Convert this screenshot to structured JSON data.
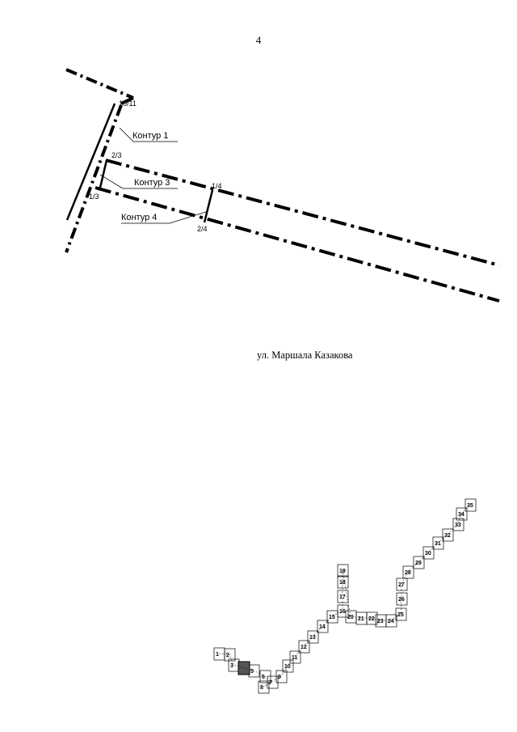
{
  "page_number": "4",
  "street_label": "ул. Маршала Казакова",
  "contours": [
    {
      "label": "Контур  1"
    },
    {
      "label": "Контур  3"
    },
    {
      "label": "Контур  4"
    }
  ],
  "point_labels": [
    "10/11",
    "2/3",
    "1/3",
    "1/4",
    "2/4"
  ],
  "sheet_numbers": [
    "1",
    "2",
    "3",
    "5",
    "6",
    "7",
    "8",
    "9",
    "10",
    "11",
    "12",
    "13",
    "14",
    "15",
    "16",
    "17",
    "18",
    "19",
    "20",
    "21",
    "22",
    "23",
    "24",
    "25",
    "26",
    "27",
    "28",
    "29",
    "30",
    "31",
    "32",
    "33",
    "34",
    "35"
  ]
}
